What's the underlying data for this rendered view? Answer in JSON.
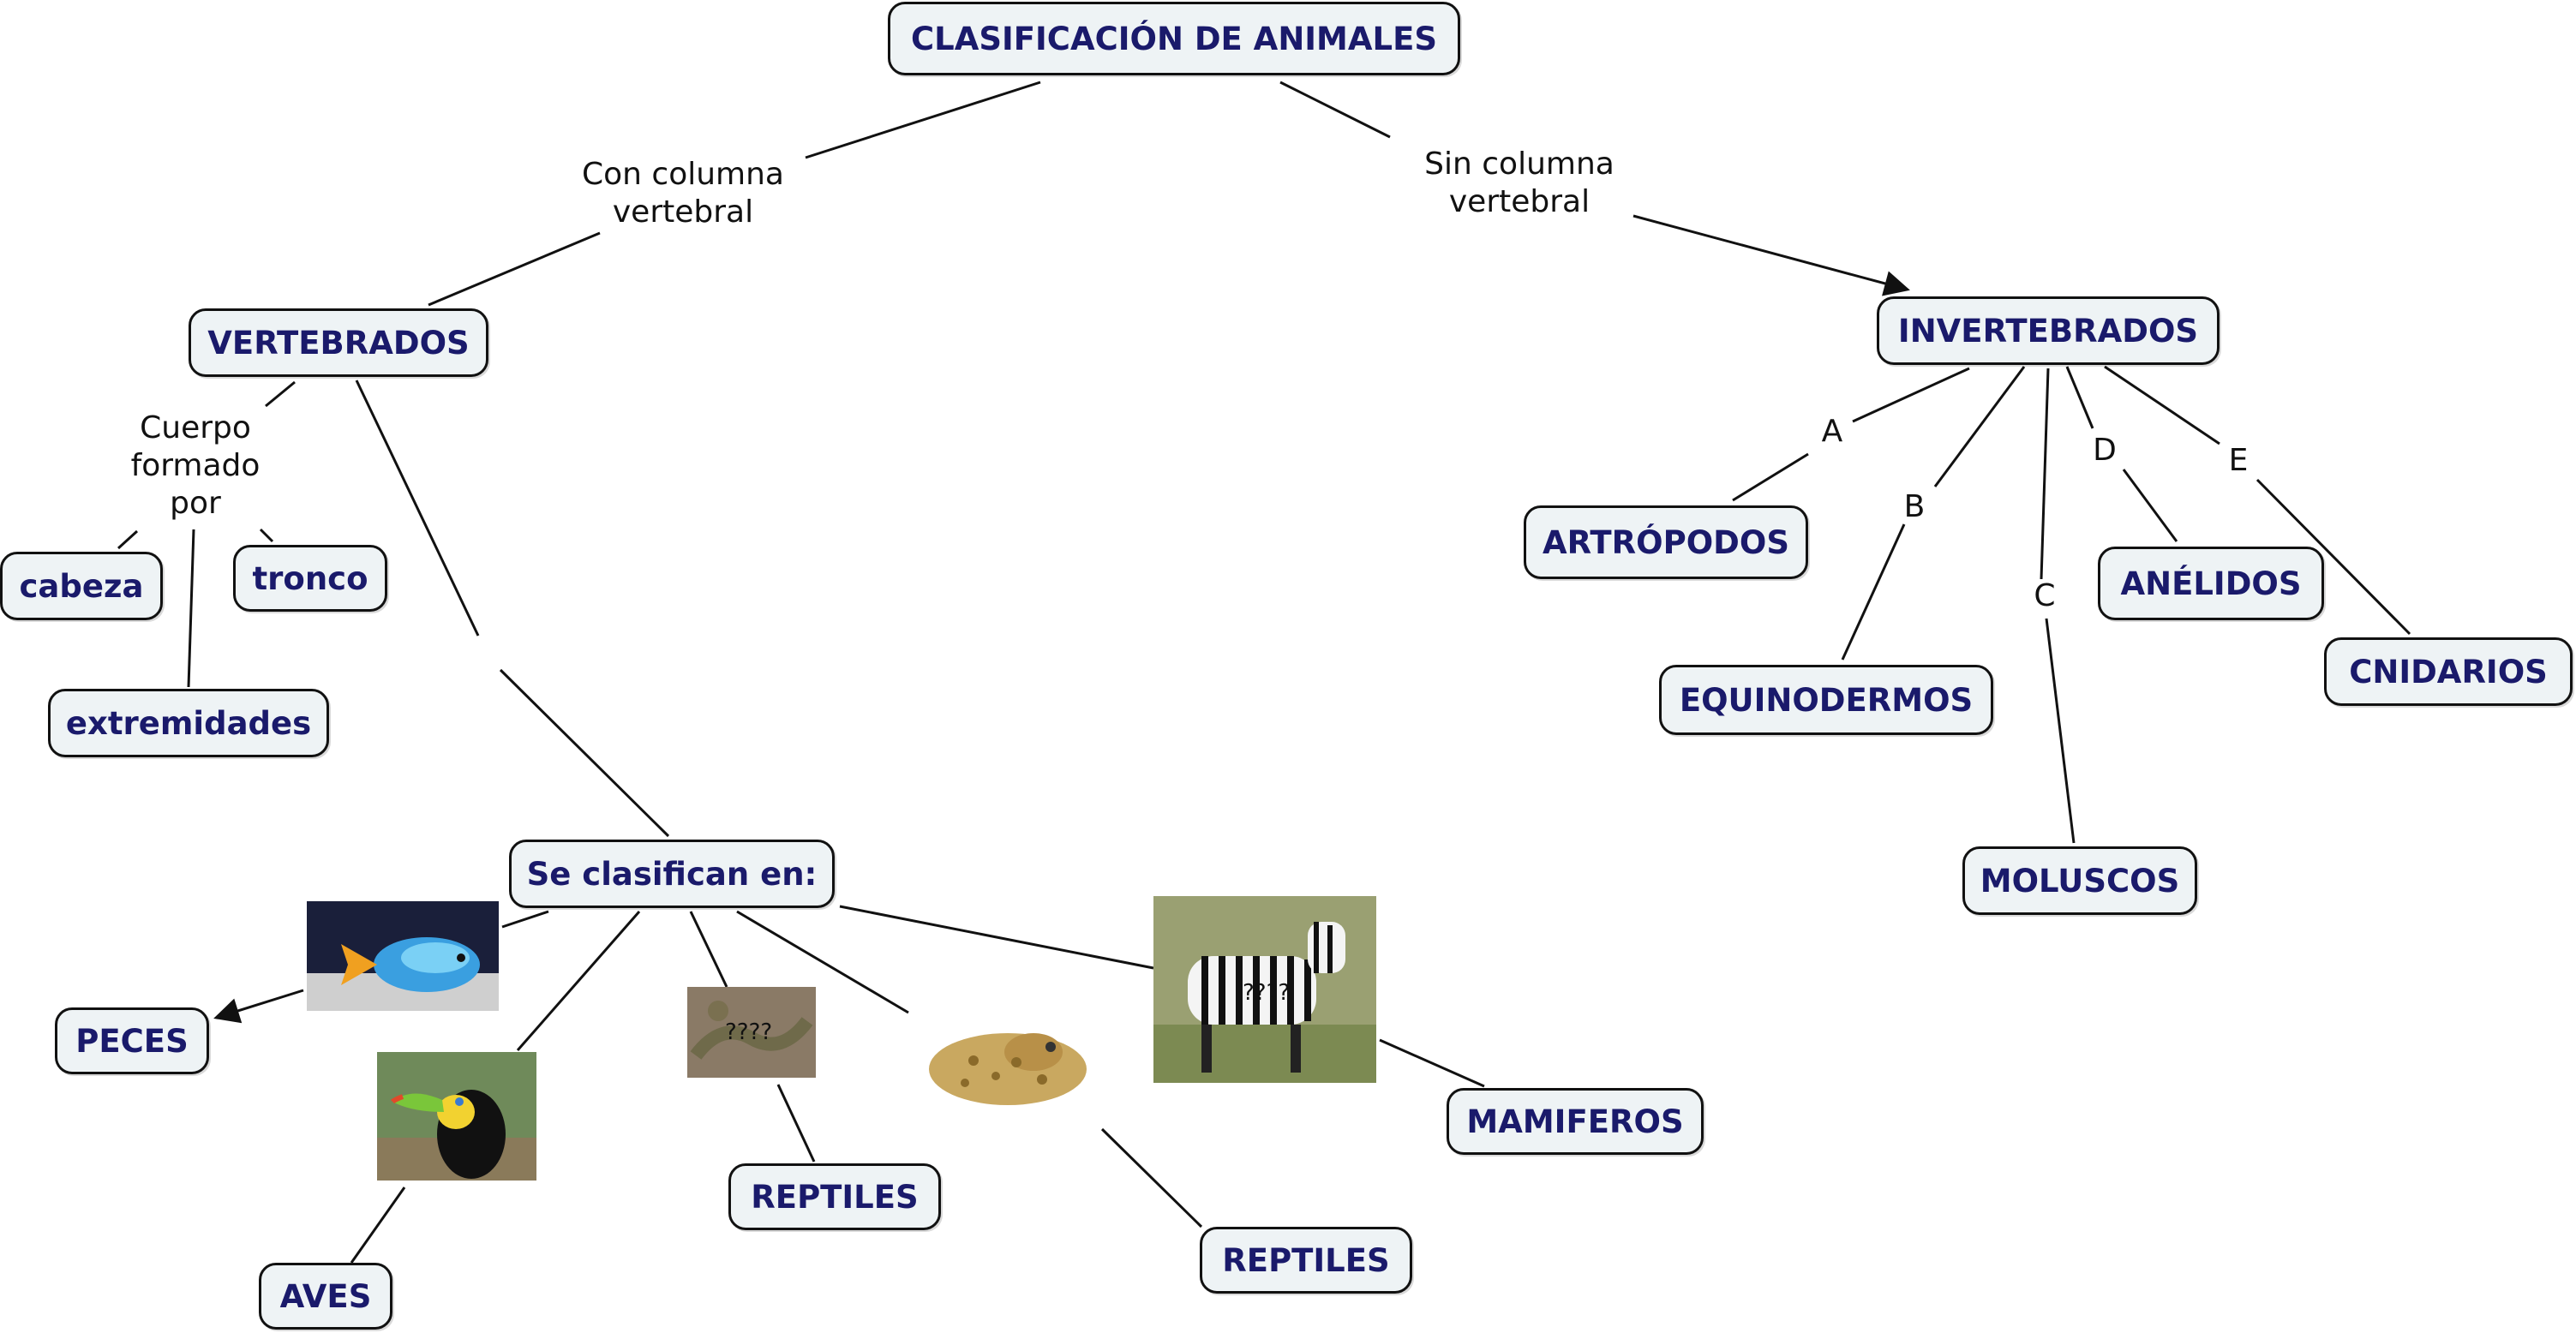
{
  "title": "CLASIFICACIÓN DE ANIMALES",
  "nodes": {
    "vertebrados": "VERTEBRADOS",
    "invertebrados": "INVERTEBRADOS",
    "cabeza": "cabeza",
    "tronco": "tronco",
    "extremidades": "extremidades",
    "se_clasifican": "Se clasifican en:",
    "peces": "PECES",
    "aves": "AVES",
    "reptiles_1": "REPTILES",
    "reptiles_2": "REPTILES",
    "mamiferos": "MAMIFEROS",
    "artropodos": "ARTRÓPODOS",
    "equinodermos": "EQUINODERMOS",
    "moluscos": "MOLUSCOS",
    "anelidos": "ANÉLIDOS",
    "cnidarios": "CNIDARIOS"
  },
  "link_labels": {
    "con_columna": "Con columna\nvertebral",
    "sin_columna": "Sin columna\nvertebral",
    "cuerpo": "Cuerpo\nformado\npor",
    "a": "A",
    "b": "B",
    "c": "C",
    "d": "D",
    "e": "E"
  },
  "image_marks": {
    "snake": "????",
    "zebra": "????"
  },
  "images": [
    "fish-photo",
    "toucan-photo",
    "snake-photo",
    "frog-photo",
    "zebra-photo"
  ],
  "colors": {
    "node_fill": "#eef3f5",
    "node_text": "#1a1a6b",
    "line": "#111111"
  }
}
